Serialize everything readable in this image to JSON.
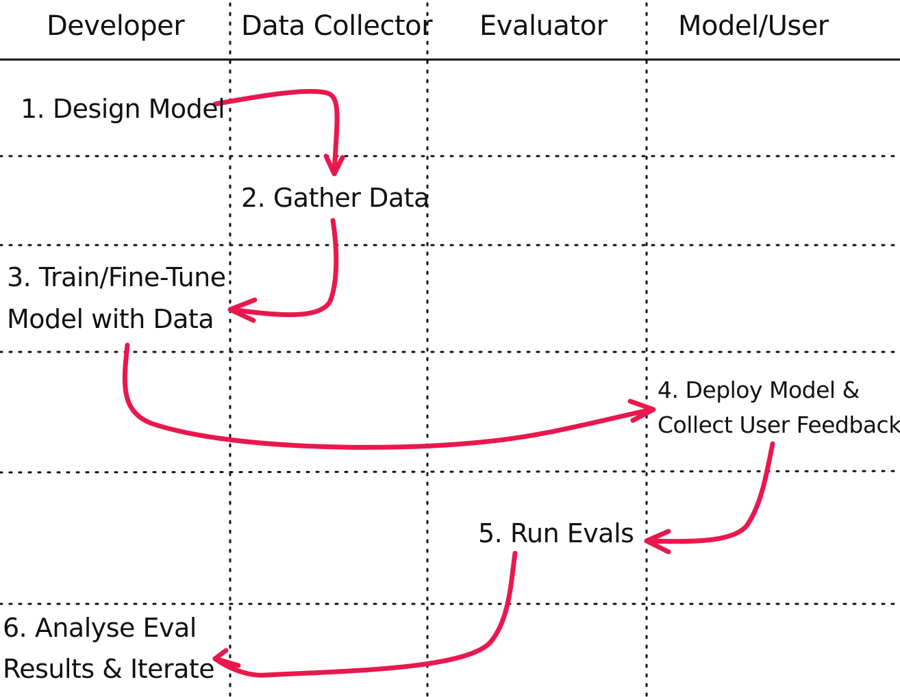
{
  "header": {
    "lanes": [
      "Developer",
      "Data Collector",
      "Evaluator",
      "Model/User"
    ]
  },
  "steps": {
    "s1": "1. Design Model",
    "s2": "2. Gather Data",
    "s3_line1": "3. Train/Fine-Tune",
    "s3_line2": "Model with Data",
    "s4_line1": "4. Deploy Model &",
    "s4_line2": "Collect User Feedback",
    "s5": "5. Run Evals",
    "s6_line1": "6. Analyse Eval",
    "s6_line2": "Results & Iterate"
  },
  "colors": {
    "arrow": "#e8184e",
    "grid": "#111111",
    "text": "#111111"
  }
}
